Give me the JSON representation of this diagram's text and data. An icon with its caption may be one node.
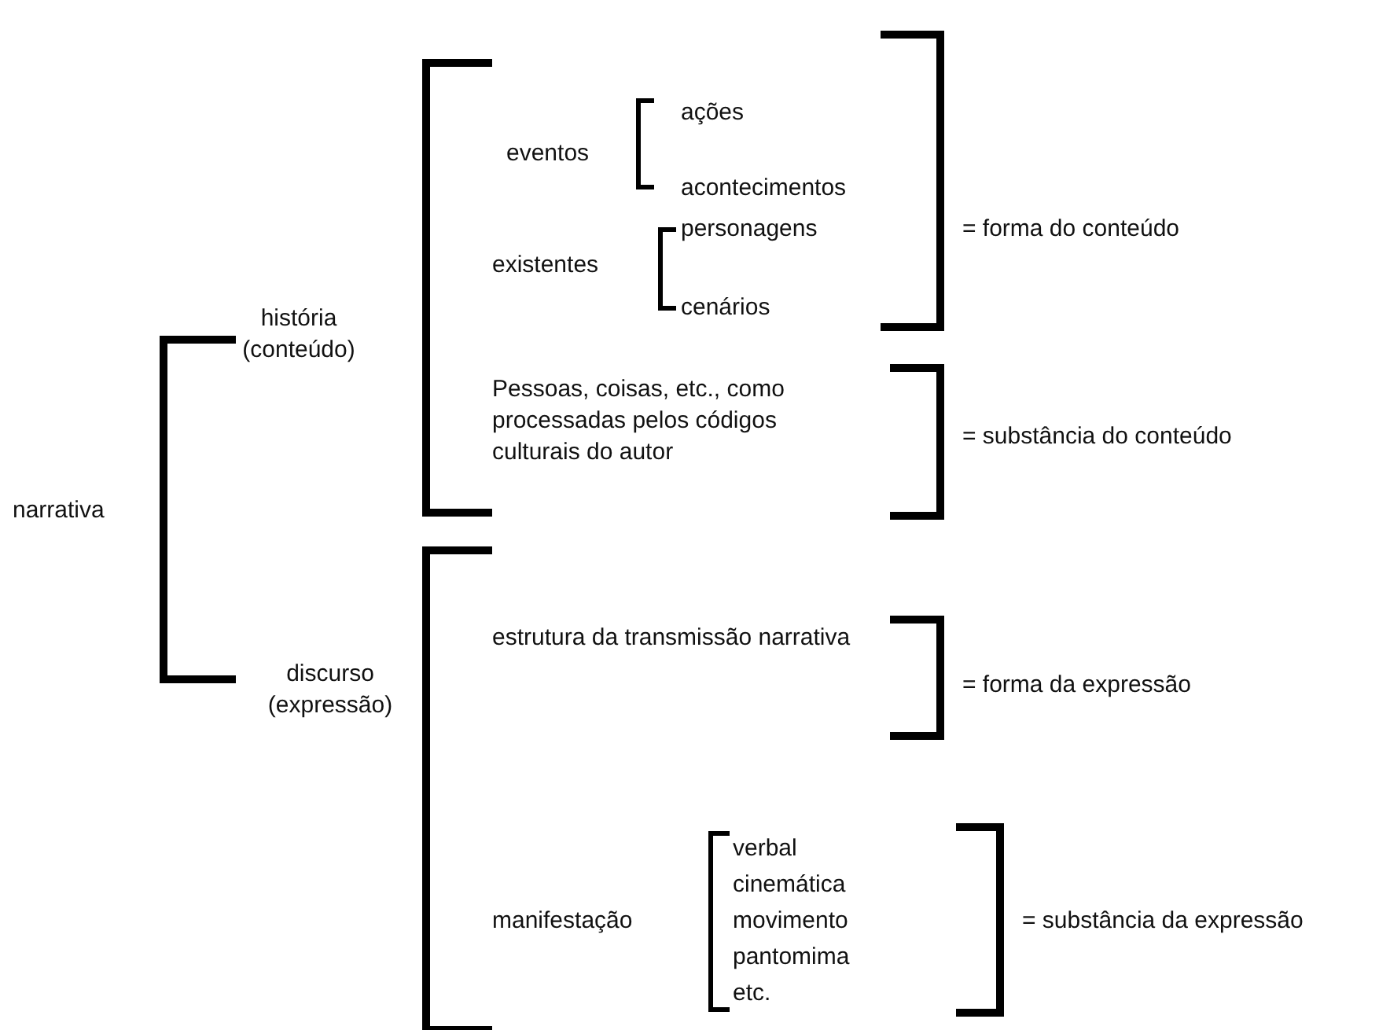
{
  "diagram": {
    "labels": [
      "narrativa",
      "história (conteúdo)",
      "ações",
      "eventos",
      "acontecimentos",
      "= forma do conteúdo",
      "personagens",
      "existentes",
      "cenários",
      "Pessoas, coisas, etc., como processadas pelos códigos culturais do autor",
      "= substância do conteúdo",
      "discurso (expressão)",
      "estrutura da transmissão narrativa",
      "= forma da expressão",
      "verbal",
      "cinemática",
      "movimento",
      "manifestação",
      "pantomima",
      "etc.",
      "= substância da expressão"
    ]
  }
}
